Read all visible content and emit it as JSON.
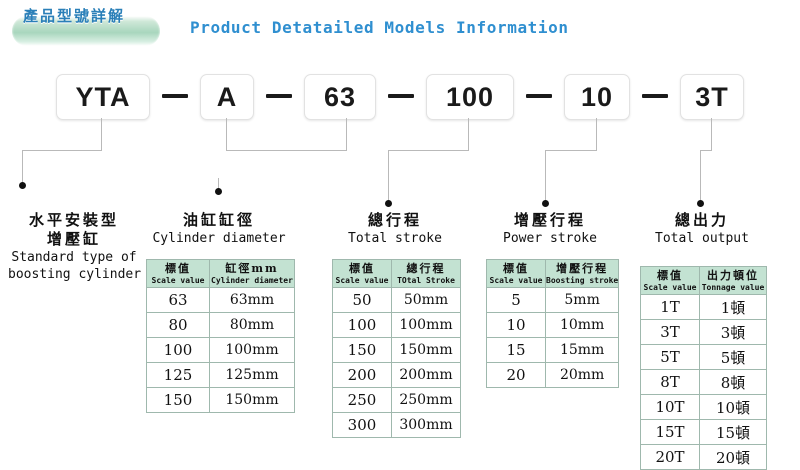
{
  "header": {
    "badge_cn": "產品型號詳解",
    "title_en": "Product Detatailed Models Information",
    "badge_color": "#a8d6bd",
    "title_color": "#2f8fd0"
  },
  "model_code": {
    "segments": [
      "YTA",
      "A",
      "63",
      "100",
      "10",
      "3T"
    ],
    "separator": "—"
  },
  "groups": [
    {
      "name": "standard-type",
      "cn_line1": "水平安裝型",
      "cn_line2": "增壓缸",
      "en_line1": "Standard type of",
      "en_line2": "boosting cylinder",
      "table": null
    },
    {
      "name": "cylinder-diameter",
      "cn_line1": "油缸缸徑",
      "cn_line2": "",
      "en_line1": "Cylinder diameter",
      "en_line2": "",
      "table": {
        "header": [
          {
            "cn": "標值",
            "en": "Scale value"
          },
          {
            "cn": "缸徑mm",
            "en": "Cylinder diameter"
          }
        ],
        "rows": [
          [
            "63",
            "63mm"
          ],
          [
            "80",
            "80mm"
          ],
          [
            "100",
            "100mm"
          ],
          [
            "125",
            "125mm"
          ],
          [
            "150",
            "150mm"
          ]
        ]
      }
    },
    {
      "name": "total-stroke",
      "cn_line1": "總行程",
      "cn_line2": "",
      "en_line1": "Total stroke",
      "en_line2": "",
      "table": {
        "header": [
          {
            "cn": "標值",
            "en": "Scale value"
          },
          {
            "cn": "總行程",
            "en": "TOtal Stroke"
          }
        ],
        "rows": [
          [
            "50",
            "50mm"
          ],
          [
            "100",
            "100mm"
          ],
          [
            "150",
            "150mm"
          ],
          [
            "200",
            "200mm"
          ],
          [
            "250",
            "250mm"
          ],
          [
            "300",
            "300mm"
          ]
        ]
      }
    },
    {
      "name": "power-stroke",
      "cn_line1": "增壓行程",
      "cn_line2": "",
      "en_line1": "Power stroke",
      "en_line2": "",
      "table": {
        "header": [
          {
            "cn": "標值",
            "en": "Scale value"
          },
          {
            "cn": "增壓行程",
            "en": "Boosting stroke"
          }
        ],
        "rows": [
          [
            "5",
            "5mm"
          ],
          [
            "10",
            "10mm"
          ],
          [
            "15",
            "15mm"
          ],
          [
            "20",
            "20mm"
          ]
        ]
      }
    },
    {
      "name": "total-output",
      "cn_line1": "總出力",
      "cn_line2": "",
      "en_line1": "Total output",
      "en_line2": "",
      "table": {
        "header": [
          {
            "cn": "標值",
            "en": "Scale value"
          },
          {
            "cn": "出力頓位",
            "en": "Tonnage value"
          }
        ],
        "rows": [
          [
            "1T",
            "1頓"
          ],
          [
            "3T",
            "3頓"
          ],
          [
            "5T",
            "5頓"
          ],
          [
            "8T",
            "8頓"
          ],
          [
            "10T",
            "10頓"
          ],
          [
            "15T",
            "15頓"
          ],
          [
            "20T",
            "20頓"
          ]
        ]
      }
    }
  ]
}
